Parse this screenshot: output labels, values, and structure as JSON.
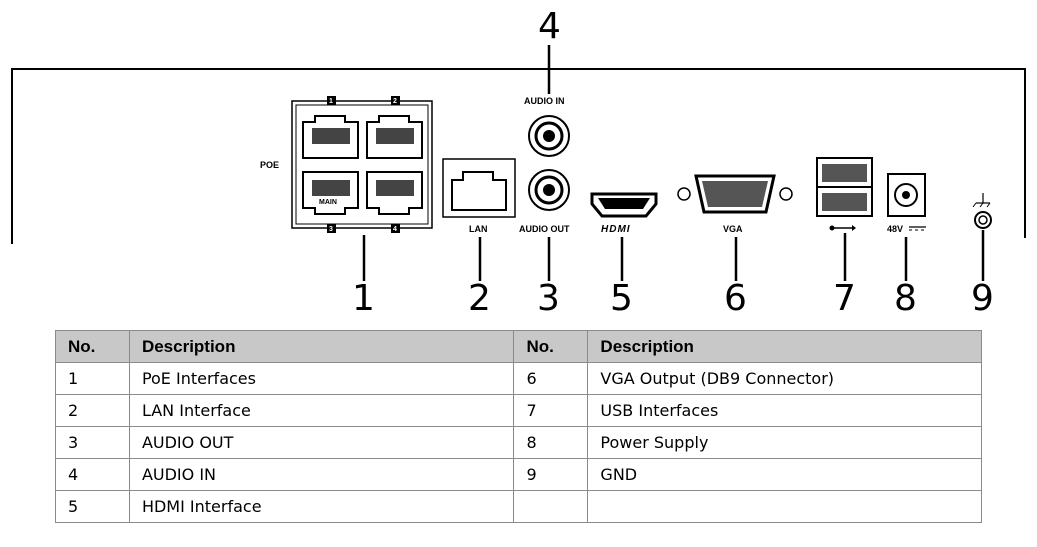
{
  "panel": {
    "callouts": [
      "1",
      "2",
      "3",
      "4",
      "5",
      "6",
      "7",
      "8",
      "9"
    ],
    "port_labels": {
      "poe": "POE",
      "poe_ports": [
        "1",
        "2",
        "3",
        "4"
      ],
      "main": "MAIN",
      "lan": "LAN",
      "audio_in": "AUDIO IN",
      "audio_out": "AUDIO OUT",
      "hdmi": "HDMI",
      "vga": "VGA",
      "power": "48V",
      "ground_icon": "ground-icon",
      "usb_icon": "usb-icon"
    }
  },
  "table": {
    "headers": [
      "No.",
      "Description",
      "No.",
      "Description"
    ],
    "rows": [
      [
        "1",
        "PoE Interfaces",
        "6",
        "VGA Output (DB9 Connector)"
      ],
      [
        "2",
        "LAN Interface",
        "7",
        "USB Interfaces"
      ],
      [
        "3",
        "AUDIO OUT",
        "8",
        "Power Supply"
      ],
      [
        "4",
        "AUDIO IN",
        "9",
        "GND"
      ],
      [
        "5",
        "HDMI Interface",
        "",
        ""
      ]
    ]
  }
}
